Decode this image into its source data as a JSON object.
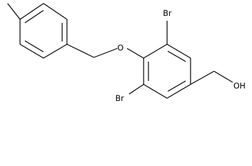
{
  "atom_labels": {
    "br_top": "Br",
    "br_bottom": "Br",
    "ether_oxygen": "O",
    "hydroxyl": "OH"
  },
  "colors": {
    "bond": "#000000",
    "background": "#ffffff"
  }
}
